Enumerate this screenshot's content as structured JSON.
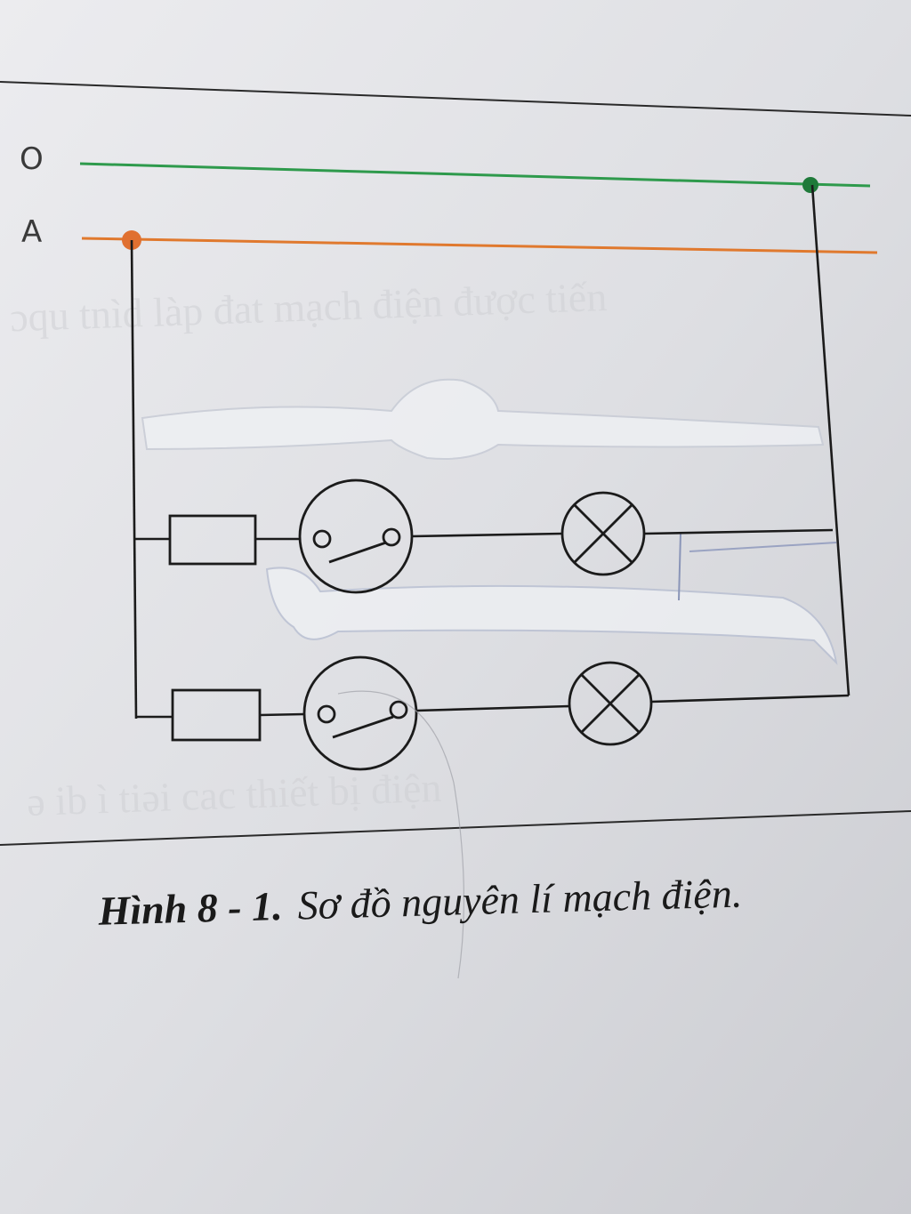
{
  "diagram": {
    "rails": {
      "neutral": {
        "label": "O",
        "color": "#2e9a4c"
      },
      "phase": {
        "label": "A",
        "color": "#e0792e"
      }
    },
    "branches": [
      {
        "components": [
          "fuse",
          "switch",
          "lamp"
        ]
      },
      {
        "components": [
          "fuse",
          "switch",
          "lamp"
        ]
      }
    ]
  },
  "caption": {
    "figure_number": "Hình 8 - 1.",
    "text": "Sơ đồ nguyên lí mạch điện."
  }
}
